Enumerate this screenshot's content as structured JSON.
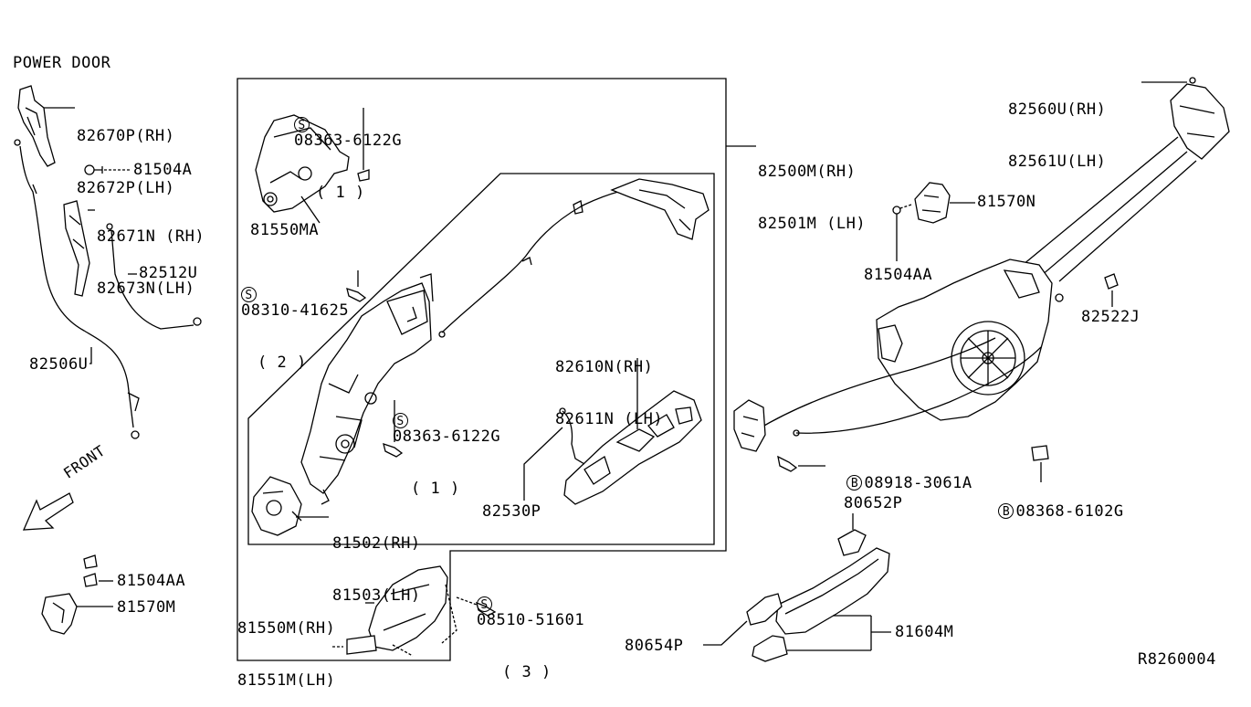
{
  "title": "POWER DOOR",
  "diagram_code": "R8260004",
  "front_label": "FRONT",
  "parts": {
    "p82670": [
      "82670P(RH)",
      "82672P(LH)"
    ],
    "p81504A": "81504A",
    "p82671": [
      "82671N (RH)",
      "82673N(LH)"
    ],
    "p82512U": "82512U",
    "p82506U": "82506U",
    "p81504AA_left": "81504AA",
    "p81570M": "81570M",
    "s08363_top": {
      "symbol": "S",
      "number": "08363-6122G",
      "qty": "( 1 )"
    },
    "p81550MA": "81550MA",
    "s08310": {
      "symbol": "S",
      "number": "08310-41625",
      "qty": "( 2 )"
    },
    "s08363_mid": {
      "symbol": "S",
      "number": "08363-6122G",
      "qty": "( 1 )"
    },
    "p82610": [
      "82610N(RH)",
      "82611N (LH)"
    ],
    "p81502": [
      "81502(RH)",
      "81503(LH)"
    ],
    "p82530P": "82530P",
    "p82500": [
      "82500M(RH)",
      "82501M (LH)"
    ],
    "p81550M": [
      "81550M(RH)",
      "81551M(LH)"
    ],
    "s08510": {
      "symbol": "S",
      "number": "08510-51601",
      "qty": "( 3 )"
    },
    "p82560": [
      "82560U(RH)",
      "82561U(LH)"
    ],
    "p81570N": "81570N",
    "p81504AA_right": "81504AA",
    "p82522J": "82522J",
    "b08918": {
      "symbol": "B",
      "number": "08918-3061A"
    },
    "b08368": {
      "symbol": "B",
      "number": "08368-6102G"
    },
    "p80652P": "80652P",
    "p80654P": "80654P",
    "p81604M": "81604M"
  }
}
